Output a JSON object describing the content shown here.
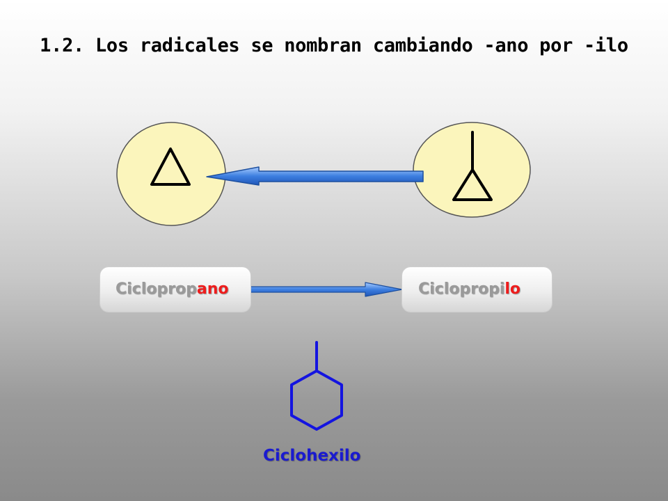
{
  "title": "1.2. Los radicales se nombran cambiando -ano por -ilo",
  "left_box": {
    "stem": "Ciclo​prop",
    "suffix": "ano"
  },
  "right_box": {
    "stem": "Ciclopropi",
    "suffix": "lo"
  },
  "bottom_label": "Ciclohexilo",
  "colors": {
    "circle_fill": "#fbf5bc",
    "arrow_blue": "#3d7fe0",
    "suffix_red": "#ee1c1c",
    "label_gray": "#9a9a9a",
    "hexagon_blue": "#1414e0"
  }
}
